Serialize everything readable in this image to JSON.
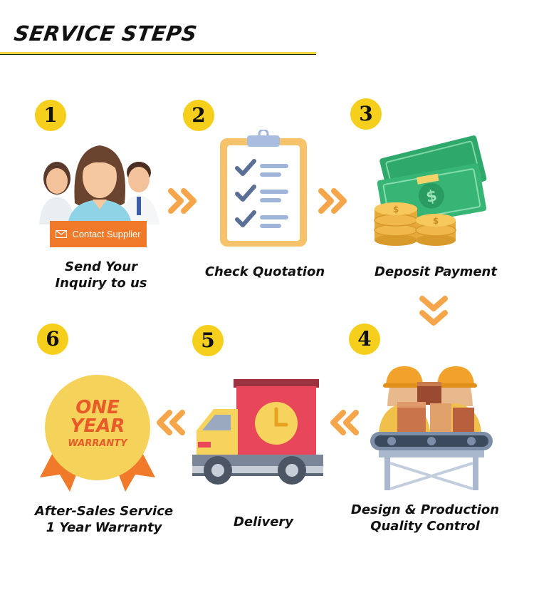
{
  "header": {
    "title": "SERVICE STEPS"
  },
  "steps": [
    {
      "number": "1",
      "label_line1": "Send Your",
      "label_line2": "Inquiry to us",
      "button_label": "Contact Supplier"
    },
    {
      "number": "2",
      "label_line1": "Check Quotation"
    },
    {
      "number": "3",
      "label_line1": "Deposit Payment"
    },
    {
      "number": "4",
      "label_line1": "Design & Production",
      "label_line2": "Quality Control"
    },
    {
      "number": "5",
      "label_line1": "Delivery"
    },
    {
      "number": "6",
      "label_line1": "After-Sales Service",
      "label_line2": "1 Year Warranty",
      "badge_line1": "ONE",
      "badge_line2": "YEAR",
      "badge_line3": "WARRANTY"
    }
  ],
  "colors": {
    "accent_yellow": "#f5cf1c",
    "arrow_orange": "#f5a64a",
    "button_orange": "#f07a2a",
    "money_green": "#2ea86b",
    "truck_red": "#e8465a"
  },
  "icons": [
    "people-icon",
    "clipboard-checklist-icon",
    "money-coins-icon",
    "workers-conveyor-icon",
    "delivery-truck-icon",
    "warranty-medal-icon",
    "double-chevron-arrow-icon"
  ]
}
